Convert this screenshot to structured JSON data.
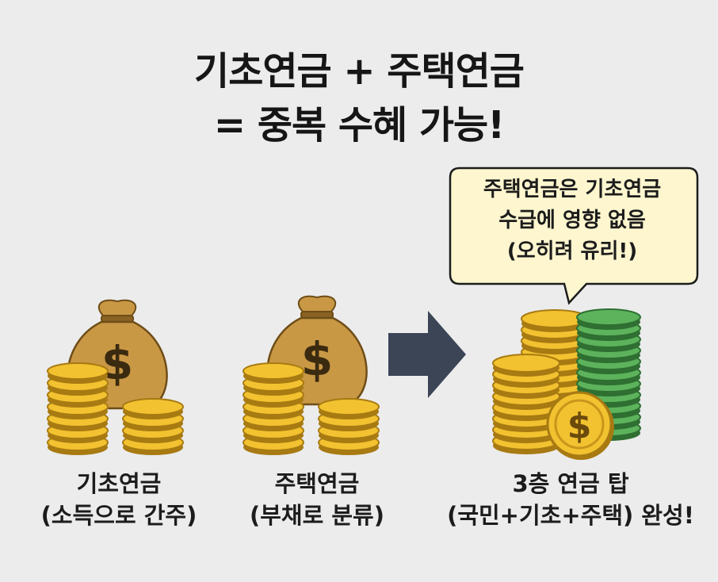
{
  "title": {
    "line1": "기초연금 + 주택연금",
    "line2": "= 중복 수혜 가능!"
  },
  "bubble": {
    "line1": "주택연금은 기초연금",
    "line2": "수급에 영향 없음",
    "line3": "(오히려 유리!)"
  },
  "items": [
    {
      "name": "기초연금",
      "note": "(소득으로 간주)"
    },
    {
      "name": "주택연금",
      "note": "(부채로 분류)"
    },
    {
      "name": "3층 연금 탑",
      "note": "(국민+기초+주택) 완성!"
    }
  ],
  "colors": {
    "background": "#ececec",
    "gold_coin": "#f2c230",
    "green_coin": "#4fa44f",
    "money_bag": "#c99845",
    "arrow": "#3b4556",
    "bubble_fill": "#fdf6cf"
  },
  "icons": [
    "money-bag-icon",
    "dollar-sign-icon",
    "right-arrow-icon",
    "dollar-coin-icon"
  ]
}
